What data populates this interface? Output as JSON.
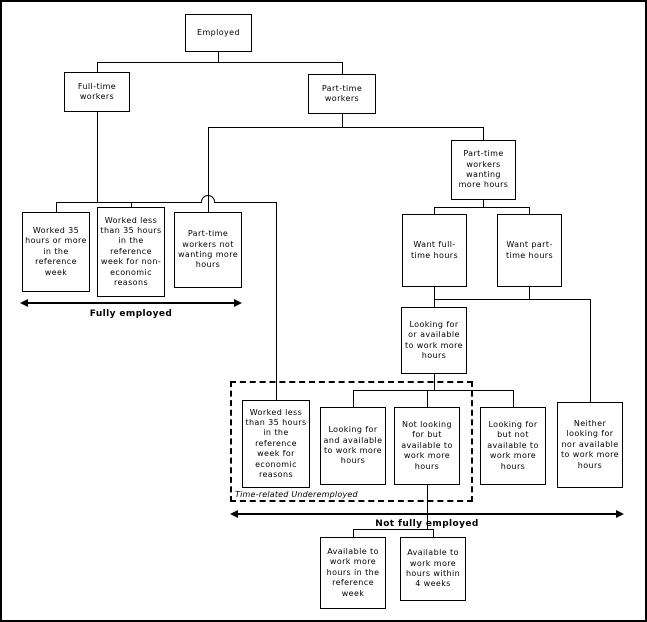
{
  "diagram": {
    "nodes": {
      "employed": "Employed",
      "fulltime": "Full-time workers",
      "parttime": "Part-time workers",
      "worked35": "Worked 35 hours or more in the reference week",
      "worked_less_noneco": "Worked less than 35 hours in the reference week for non-economic reasons",
      "pt_not_wanting": "Part-time workers not wanting more hours",
      "pt_wanting": "Part-time workers wanting more hours",
      "want_ft": "Want full-time hours",
      "want_pt": "Want part-time hours",
      "looking_or_available": "Looking for or available to work more hours",
      "worked_less_eco": "Worked less than 35 hours in the reference week for economic reasons",
      "looking_and_available": "Looking for and available to work more hours",
      "not_looking_but_available": "Not looking for but available to work more hours",
      "looking_not_available": "Looking for but not available to work more hours",
      "neither_looking_nor_available": "Neither looking for nor available to work more hours",
      "available_ref_week": "Available to work more hours in the reference week",
      "available_4_weeks": "Available to work more hours within 4 weeks"
    },
    "labels": {
      "fully_employed": "Fully employed",
      "not_fully_employed": "Not fully employed",
      "time_related_underemployed": "Time-related Underemployed"
    },
    "colors": {
      "line": "#000000",
      "background": "#ffffff"
    }
  }
}
